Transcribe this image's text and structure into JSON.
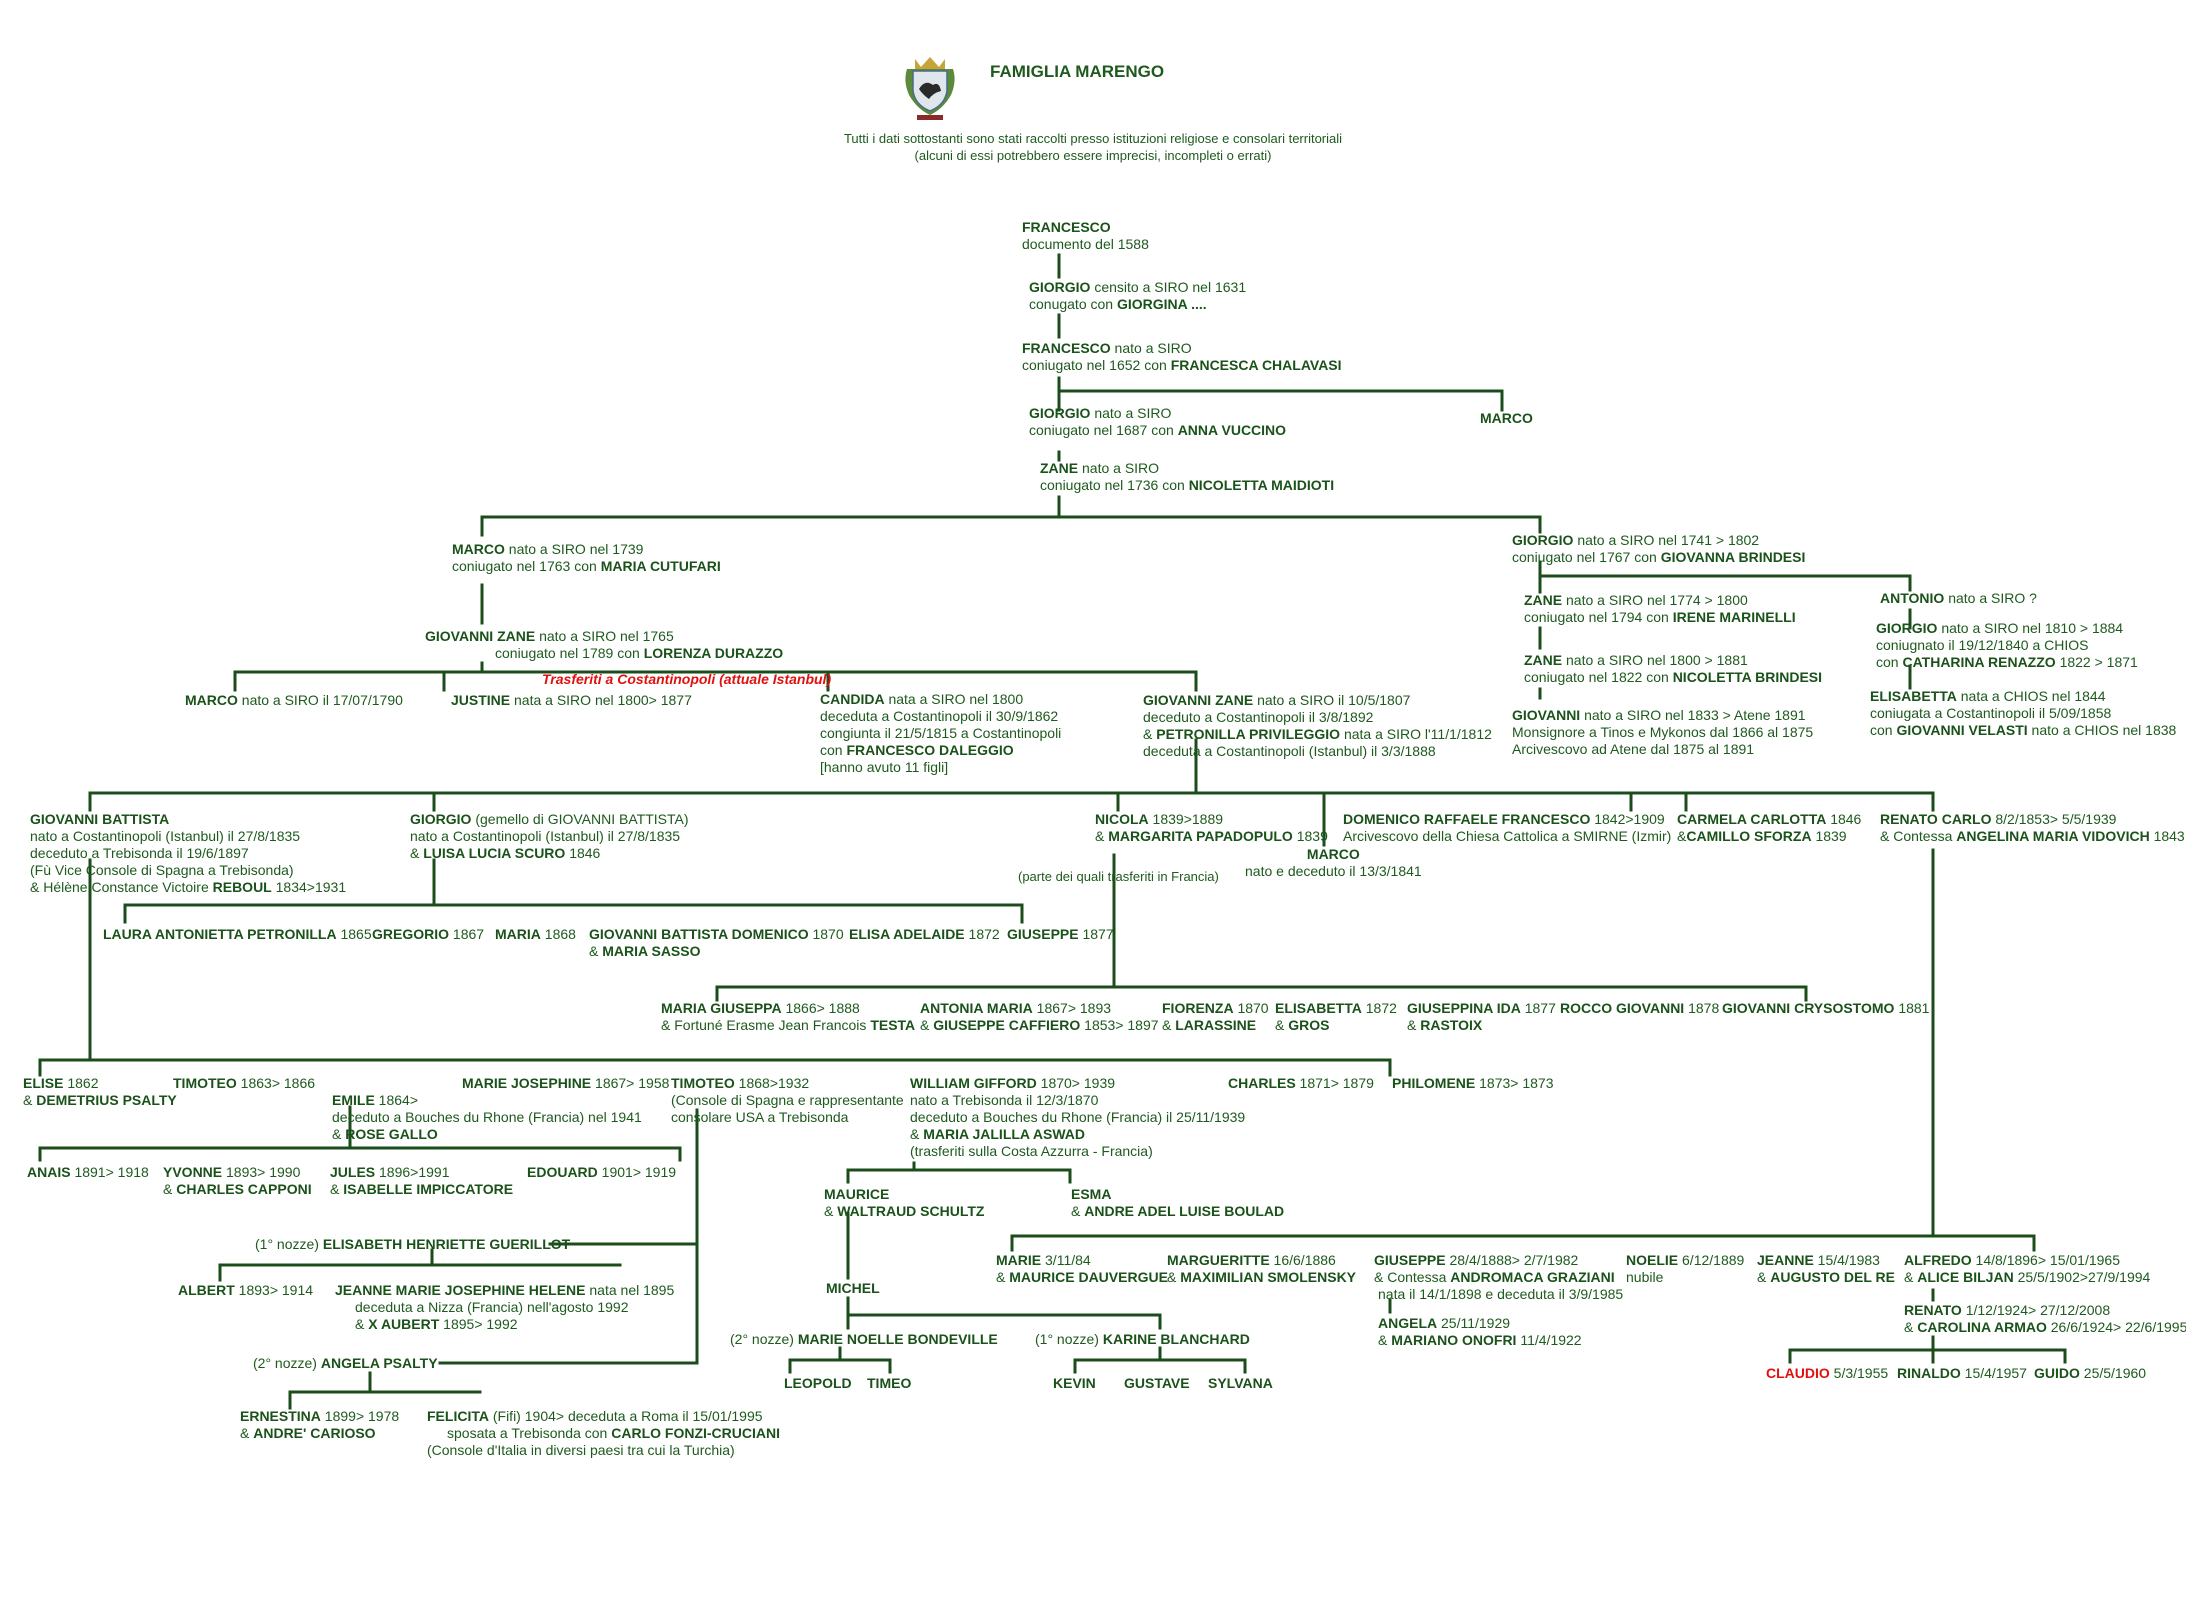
{
  "header": {
    "title": "FAMIGLIA MARENGO",
    "note1": "Tutti i dati sottostanti sono stati raccolti presso istituzioni religiose e consolari territoriali",
    "note2": "(alcuni di essi potrebbero essere imprecisi, incompleti o errati)"
  },
  "people": {
    "francesco1": {
      "name": "FRANCESCO",
      "line2": "documento del 1588"
    },
    "giorgio1": {
      "name": "GIORGIO",
      "info": " censito a SIRO nel 1631",
      "line2": "conugato con ",
      "spouse": "GIORGINA ...."
    },
    "francesco2": {
      "name": "FRANCESCO",
      "info": " nato a SIRO",
      "line2": "coniugato nel 1652 con ",
      "spouse": "FRANCESCA CHALAVASI"
    },
    "giorgio2": {
      "name": "GIORGIO",
      "info": " nato a SIRO",
      "line2": "coniugato nel 1687 con ",
      "spouse": "ANNA VUCCINO"
    },
    "marco1": {
      "name": "MARCO"
    },
    "zane1": {
      "name": "ZANE",
      "info": " nato a SIRO",
      "line2": "coniugato nel 1736 con ",
      "spouse": "NICOLETTA MAIDIOTI"
    },
    "marco2": {
      "name": "MARCO",
      "info": " nato a SIRO nel 1739",
      "line2": "coniugato nel 1763 con ",
      "spouse": "MARIA CUTUFARI"
    },
    "giorgio3": {
      "name": "GIORGIO",
      "info": " nato a SIRO nel 1741 > 1802",
      "line2": "coniugato nel 1767 con ",
      "spouse": "GIOVANNA BRINDESI"
    },
    "giovanniZane1": {
      "name": "GIOVANNI ZANE",
      "info": " nato a SIRO nel 1765",
      "line2": "coniugato nel 1789 con ",
      "spouse": "LORENZA DURAZZO"
    },
    "zane2": {
      "name": "ZANE",
      "info": " nato a SIRO nel 1774 > 1800",
      "line2": "coniugato nel 1794 con ",
      "spouse": "IRENE MARINELLI"
    },
    "antonio": {
      "name": "ANTONIO",
      "info": " nato a SIRO  ?"
    },
    "giorgio4": {
      "name": "GIORGIO",
      "info": "  nato a SIRO nel 1810 > 1884",
      "line2": "coniugnato  il 19/12/1840 a CHIOS",
      "line3": "con ",
      "spouse": "CATHARINA RENAZZO",
      "info3": " 1822 > 1871"
    },
    "zane3": {
      "name": "ZANE",
      "info": " nato a SIRO nel 1800 > 1881",
      "line2": "coniugato nel 1822 con ",
      "spouse": "NICOLETTA BRINDESI"
    },
    "elisabetta1": {
      "name": "ELISABETTA",
      "info": " nata a  CHIOS nel 1844",
      "line2": "coniugata a Costantinopoli il 5/09/1858",
      "line3": "con ",
      "spouse": "GIOVANNI VELASTI",
      "info3": "  nato a CHIOS nel 1838"
    },
    "giovanni1": {
      "name": "GIOVANNI",
      "info": " nato a SIRO nel 1833 >  Atene 1891",
      "line2": "Monsignore a Tinos e Mykonos dal 1866 al 1875",
      "line3": "Arcivescovo ad Atene dal 1875 al 1891"
    },
    "trasferiti": "Trasferiti a Costantinopoli (attuale Istanbul)",
    "marco3": {
      "name": "MARCO",
      "info": " nato a SIRO il 17/07/1790"
    },
    "justine": {
      "name": "JUSTINE",
      "info": " nata a SIRO nel 1800> 1877"
    },
    "candida": {
      "name": "CANDIDA",
      "info": " nata a SIRO nel 1800",
      "line2": "deceduta a Costantinopoli il  30/9/1862",
      "line3": "congiunta il 21/5/1815 a Costantinopoli",
      "line4": "con ",
      "spouse": "FRANCESCO DALEGGIO",
      "line5": "[hanno avuto 11 figli]"
    },
    "giovanniZane2": {
      "name": "GIOVANNI ZANE",
      "info": "  nato a SIRO il 10/5/1807",
      "line2": "deceduto a Costantinopoli  il 3/8/1892",
      "line3": "& ",
      "spouse": "PETRONILLA PRIVILEGGIO",
      "info3": " nata a SIRO l'11/1/1812",
      "line4": "deceduta a Costantinopoli (Istanbul) il 3/3/1888"
    },
    "giovanniBattista": {
      "name": "GIOVANNI BATTISTA",
      "line2": "nato a Costantinopoli (Istanbul) il 27/8/1835",
      "line3": "deceduto a Trebisonda il 19/6/1897",
      "line4": "(Fù Vice Console di Spagna a Trebisonda)",
      "line5": " & Hélène Constance Victoire ",
      "spouse": "REBOUL",
      "info5": " 1834>1931"
    },
    "giorgio5": {
      "name": "GIORGIO",
      "info": " (gemello di GIOVANNI BATTISTA)",
      "line2": "nato a Costantinopoli (Istanbul) il 27/8/1835",
      "line3": "& ",
      "spouse": "LUISA LUCIA SCURO",
      "info3": " 1846"
    },
    "nicola": {
      "name": "NICOLA",
      "info": " 1839>1889",
      "line2": "& ",
      "spouse": "MARGARITA PAPADOPULO",
      "info2": " 1839"
    },
    "marco4": {
      "name": "MARCO",
      "line2": "nato e deceduto il 13/3/1841"
    },
    "domenico": {
      "name": "DOMENICO RAFFAELE FRANCESCO",
      "info": " 1842>1909",
      "line2": "Arcivescovo della Chiesa Cattolica a SMIRNE (Izmir)"
    },
    "carmela": {
      "name": "CARMELA CARLOTTA",
      "info": "  1846",
      "line2": "&",
      "spouse": "CAMILLO SFORZA",
      "info2": " 1839"
    },
    "renatoCarlo": {
      "name": "RENATO CARLO",
      "info": "  8/2/1853> 5/5/1939",
      "line2": " & Contessa  ",
      "spouse": "ANGELINA MARIA VIDOVICH",
      "info2": " 1843"
    },
    "nicolaNote": "(parte dei quali trasferiti in Francia)",
    "laura": {
      "name": "LAURA ANTONIETTA PETRONILLA",
      "info": " 1865"
    },
    "gregorio": {
      "name": "GREGORIO",
      "info": " 1867"
    },
    "maria1": {
      "name": "MARIA",
      "info": " 1868"
    },
    "giovanniBattistaDomenico": {
      "name": "GIOVANNI BATTISTA DOMENICO",
      "info": " 1870",
      "line2": "& ",
      "spouse": "MARIA SASSO"
    },
    "elisaAdelaide": {
      "name": "ELISA ADELAIDE",
      "info": " 1872"
    },
    "giuseppe1": {
      "name": "GIUSEPPE",
      "info": " 1877"
    },
    "mariaGiuseppa": {
      "name": "MARIA GIUSEPPA",
      "info": " 1866> 1888",
      "line2": "& Fortuné Erasme Jean Francois ",
      "spouse": "TESTA"
    },
    "antoniaMaria": {
      "name": "ANTONIA MARIA",
      "info": " 1867> 1893",
      "line2": "& ",
      "spouse": "GIUSEPPE CAFFIERO",
      "info2": " 1853> 1897"
    },
    "fiorenza": {
      "name": "FIORENZA",
      "info": " 1870",
      "line2": "& ",
      "spouse": "LARASSINE"
    },
    "elisabetta2": {
      "name": "ELISABETTA",
      "info": " 1872",
      "line2": "& ",
      "spouse": "GROS"
    },
    "giuseppinaIda": {
      "name": "GIUSEPPINA IDA",
      "info": " 1877",
      "line2": "& ",
      "spouse": "RASTOIX"
    },
    "roccoGiovanni": {
      "name": "ROCCO GIOVANNI",
      "info": " 1878"
    },
    "giovanniCrysostomo": {
      "name": "GIOVANNI CRYSOSTOMO",
      "info": " 1881"
    },
    "elise": {
      "name": "ELISE",
      "info": " 1862",
      "line2": "& ",
      "spouse": "DEMETRIUS PSALTY"
    },
    "timoteo1": {
      "name": "TIMOTEO",
      "info": " 1863> 1866"
    },
    "emile": {
      "name": "EMILE",
      "info": " 1864>",
      "line2": "deceduto a Bouches du Rhone (Francia) nel 1941",
      "line3": "& ",
      "spouse": "ROSE GALLO"
    },
    "marieJosephine": {
      "name": "MARIE JOSEPHINE",
      "info": " 1867> 1958"
    },
    "timoteo2": {
      "name": "TIMOTEO",
      "info": " 1868>1932",
      "line2": "(Console di Spagna e rappresentante",
      "line3": "consolare USA a Trebisonda"
    },
    "williamGifford": {
      "name": "WILLIAM GIFFORD",
      "info": " 1870> 1939",
      "line2": "nato a Trebisonda il 12/3/1870",
      "line3": "deceduto a Bouches du Rhone (Francia) il 25/11/1939",
      "line4": "& ",
      "spouse": "MARIA JALILLA ASWAD",
      "line5": "(trasferiti sulla Costa Azzurra - Francia)"
    },
    "charles": {
      "name": "CHARLES",
      "info": " 1871> 1879"
    },
    "philomene": {
      "name": "PHILOMENE",
      "info": " 1873> 1873"
    },
    "anais": {
      "name": "ANAIS",
      "info": " 1891> 1918"
    },
    "yvonne": {
      "name": "YVONNE",
      "info": " 1893> 1990",
      "line2": "& ",
      "spouse": "CHARLES CAPPONI"
    },
    "jules": {
      "name": "JULES",
      "info": " 1896>1991",
      "line2": "& ",
      "spouse": "ISABELLE IMPICCATORE"
    },
    "edouard": {
      "name": "EDOUARD",
      "info": " 1901> 1919"
    },
    "maurice": {
      "name": "MAURICE",
      "line2": "& ",
      "spouse": "WALTRAUD SCHULTZ"
    },
    "esma": {
      "name": "ESMA",
      "line2": "& ",
      "spouse": "ANDRE ADEL LUISE BOULAD"
    },
    "elisabethHenriette": {
      "info": "(1° nozze)  ",
      "name": "ELISABETH HENRIETTE GUERILLOT"
    },
    "albert": {
      "name": "ALBERT",
      "info": "  1893> 1914"
    },
    "jeanneMarie": {
      "name": "JEANNE MARIE JOSEPHINE HELENE",
      "info": " nata nel 1895",
      "line2": "deceduta a Nizza (Francia) nell'agosto 1992",
      "line3": "& ",
      "spouse": "X AUBERT",
      "info3": " 1895> 1992"
    },
    "angelaPsalty": {
      "info": "(2° nozze)  ",
      "name": "ANGELA PSALTY"
    },
    "ernestina": {
      "name": "ERNESTINA",
      "info": " 1899> 1978",
      "line2": "& ",
      "spouse": "ANDRE' CARIOSO"
    },
    "felicita": {
      "name": "FELICITA",
      "info": "  (Fifi)",
      "info1b": "  1904> deceduta a Roma il 15/01/1995",
      "line2": "sposata a Trebisonda con ",
      "spouse": "CARLO FONZI-CRUCIANI",
      "line3": "(Console d'Italia in diversi paesi tra cui la Turchia)"
    },
    "michel": {
      "name": "MICHEL"
    },
    "marieNoelle": {
      "info": "(2° nozze) ",
      "name": "MARIE NOELLE BONDEVILLE"
    },
    "karine": {
      "info": "(1° nozze) ",
      "name": "KARINE BLANCHARD"
    },
    "leopold": {
      "name": "LEOPOLD"
    },
    "timeo": {
      "name": "TIMEO"
    },
    "kevin": {
      "name": "KEVIN"
    },
    "gustave": {
      "name": "GUSTAVE"
    },
    "sylvana": {
      "name": "SYLVANA"
    },
    "marie2": {
      "name": "MARIE",
      "info": "  3/11/84",
      "line2": "& ",
      "spouse": "MAURICE DAUVERGUE"
    },
    "margueritte": {
      "name": "MARGUERITTE",
      "info": "  16/6/1886",
      "line2": "& ",
      "spouse": "MAXIMILIAN SMOLENSKY"
    },
    "giuseppe2": {
      "name": "GIUSEPPE",
      "info": " 28/4/1888> 2/7/1982",
      "line2": "& Contessa ",
      "spouse": "ANDROMACA GRAZIANI",
      "line3": "nata il 14/1/1898 e deceduta il 3/9/1985"
    },
    "angela2": {
      "name": "ANGELA",
      "info": "  25/11/1929",
      "line2": "& ",
      "spouse": "MARIANO ONOFRI",
      "info2": " 11/4/1922"
    },
    "noelie": {
      "name": "NOELIE",
      "info": " 6/12/1889",
      "line2": "nubile"
    },
    "jeanne": {
      "name": "JEANNE",
      "info": " 15/4/1983",
      "line2": "& ",
      "spouse": "AUGUSTO DEL RE"
    },
    "alfredo": {
      "name": "ALFREDO",
      "info": "  14/8/1896> 15/01/1965",
      "line2": "& ",
      "spouse": "ALICE BILJAN",
      "info2": " 25/5/1902>27/9/1994"
    },
    "renato2": {
      "name": "RENATO",
      "info": "  1/12/1924> 27/12/2008",
      "line2": "& ",
      "spouse": "CAROLINA ARMAO",
      "info2": " 26/6/1924> 22/6/1995"
    },
    "claudio": {
      "name": "CLAUDIO",
      "info": "  5/3/1955"
    },
    "rinaldo": {
      "name": "RINALDO",
      "info": "  15/4/1957"
    },
    "guido": {
      "name": "GUIDO",
      "info": "  25/5/1960"
    }
  },
  "colors": {
    "text": "#1e5a1e",
    "line": "#1b4d1b",
    "accent": "#e01010",
    "bg": "#ffffff"
  }
}
